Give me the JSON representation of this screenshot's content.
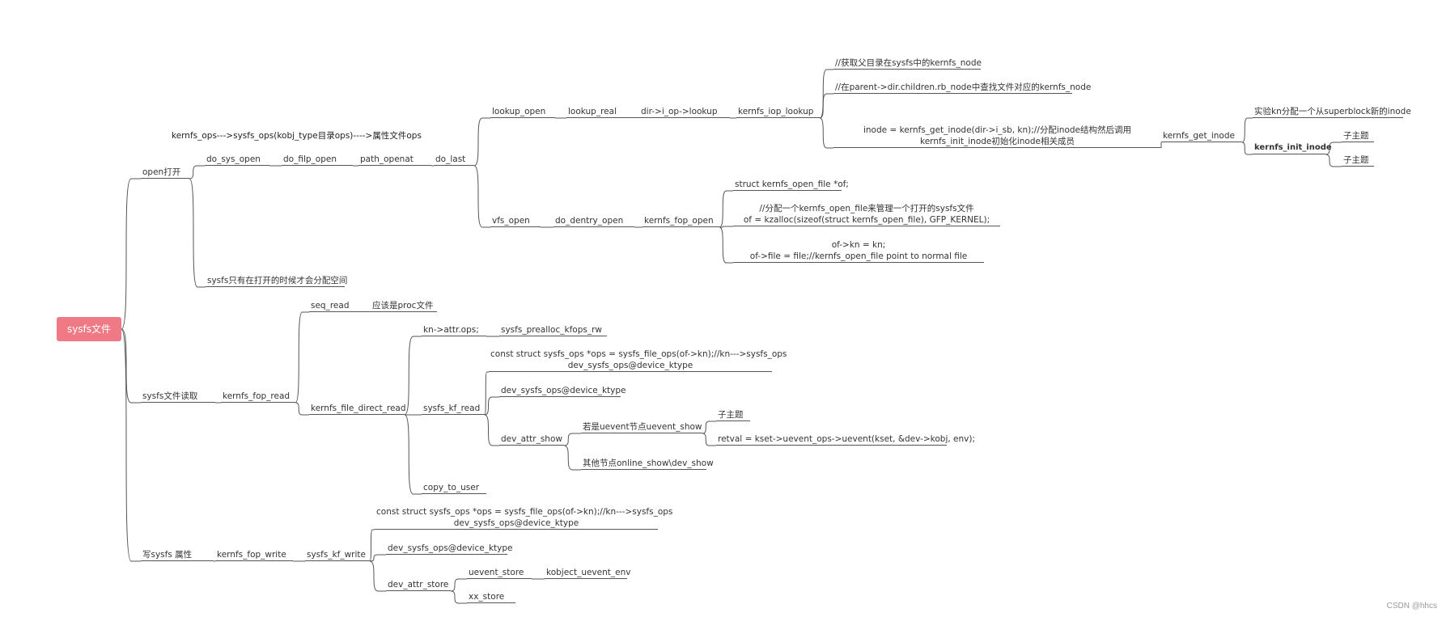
{
  "title": "sysfs文件",
  "note": "kernfs_ops--->sysfs_ops(kobj_type目录ops)---->属性文件ops",
  "watermark": "CSDN @hhcs",
  "nodes": {
    "open": "open打开",
    "do_sys_open": "do_sys_open",
    "do_filp_open": "do_filp_open",
    "path_openat": "path_openat",
    "do_last": "do_last",
    "lookup_open": "lookup_open",
    "lookup_real": "lookup_real",
    "dir_lookup": "dir->i_op->lookup",
    "kernfs_iop_lookup": "kernfs_iop_lookup",
    "get_parent": "//获取父目录在sysfs中的kernfs_node",
    "find_in_parent": "//在parent->dir.children.rb_node中查找文件对应的kernfs_node",
    "inode_get": "inode = kernfs_get_inode(dir->i_sb, kn);//分配inode结构然后调用\nkernfs_init_inode初始化inode相关成员",
    "kernfs_get_inode": "kernfs_get_inode",
    "alloc_inode": "实验kn分配一个从superblock新的inode",
    "kernfs_init_inode": "kernfs_init_inode",
    "subtopic_1": "子主题",
    "subtopic_2": "子主题",
    "vfs_open": "vfs_open",
    "do_dentry_open": "do_dentry_open",
    "kernfs_fop_open": "kernfs_fop_open",
    "struct_of": "struct kernfs_open_file *of;",
    "alloc_of": "//分配一个kernfs_open_file来管理一个打开的sysfs文件\nof = kzalloc(sizeof(struct kernfs_open_file), GFP_KERNEL);",
    "of_kn": "of->kn = kn;\nof->file = file;//kernfs_open_file point to normal file",
    "alloc_on_open": "sysfs只有在打开的时候才会分配空间",
    "read": "sysfs文件读取",
    "kernfs_fop_read": "kernfs_fop_read",
    "seq_read": "seq_read",
    "proc_file": "应该是proc文件",
    "kernfs_file_direct_read": "kernfs_file_direct_read",
    "kn_attr_ops": "kn->attr.ops;",
    "sysfs_prealloc": "sysfs_prealloc_kfops_rw",
    "sysfs_kf_read": "sysfs_kf_read",
    "const_ops_read": "const struct sysfs_ops *ops = sysfs_file_ops(of->kn);//kn--->sysfs_ops\ndev_sysfs_ops@device_ktype",
    "dev_sysfs_ops_read": "dev_sysfs_ops@device_ktype",
    "dev_attr_show": "dev_attr_show",
    "uevent_show": "若是uevent节点uevent_show",
    "subtopic_3": "子主题",
    "retval": "retval = kset->uevent_ops->uevent(kset, &dev->kobj, env);",
    "other_show": "其他节点online_show\\dev_show",
    "copy_to_user": "copy_to_user",
    "write": "写sysfs 属性",
    "kernfs_fop_write": "kernfs_fop_write",
    "sysfs_kf_write": "sysfs_kf_write",
    "const_ops_write": "const struct sysfs_ops *ops = sysfs_file_ops(of->kn);//kn--->sysfs_ops\ndev_sysfs_ops@device_ktype",
    "dev_sysfs_ops_write": "dev_sysfs_ops@device_ktype",
    "dev_attr_store": "dev_attr_store",
    "uevent_store": "uevent_store",
    "kobject_uevent_env": "kobject_uevent_env",
    "xx_store": "xx_store"
  }
}
